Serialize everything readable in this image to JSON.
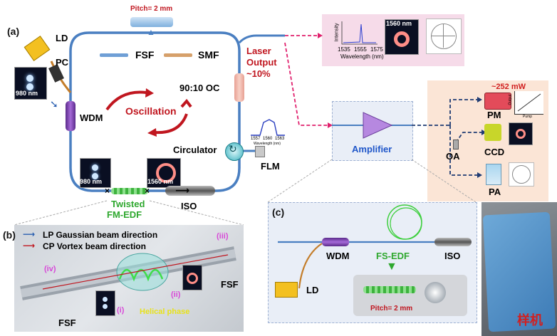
{
  "panel_a": {
    "letter": "(a)",
    "pitch_label": "Pitch= 2 mm",
    "ld": "LD",
    "pc": "PC",
    "fsf_legend": "FSF",
    "smf_legend": "SMF",
    "laser_output": [
      "Laser",
      "Output",
      "~10%"
    ],
    "oc": "90:10 OC",
    "wdm": "WDM",
    "oscillation": "Oscillation",
    "circulator": "Circulator",
    "flm": "FLM",
    "iso": "ISO",
    "twisted_edf": [
      "Twisted",
      "FM-EDF"
    ],
    "mode_980_left": "980 nm",
    "mode_980_bottom": "980 nm",
    "mode_1560_bottom": "1560 nm",
    "flm_spectrum_ticks": [
      "1557",
      "1560",
      "1563"
    ],
    "flm_spectrum_xlabel": "Wavelength (nm)"
  },
  "output_box": {
    "y_label": "Intensity",
    "x_ticks": [
      "1535",
      "1555",
      "1575"
    ],
    "x_label": "Wavelength (nm)",
    "mode_label": "1560 nm"
  },
  "amplifier_section": {
    "amplifier": "Amplifier",
    "pm": "PM",
    "power": "~252 mW",
    "oa": "OA",
    "ccd": "CCD",
    "pa": "PA",
    "pm_output_label": "Output",
    "pm_pump_label": "Pump"
  },
  "panel_b": {
    "letter": "(b)",
    "legend_lp": "LP Gaussian beam direction",
    "legend_cp": "CP Vortex beam direction",
    "fsf_left": "FSF",
    "fsf_right": "FSF",
    "helical_phase": "Helical phase",
    "markers": [
      "(i)",
      "(ii)",
      "(iii)",
      "(iv)"
    ]
  },
  "panel_c": {
    "letter": "(c)",
    "wdm": "WDM",
    "fs_edf": "FS-EDF",
    "iso": "ISO",
    "ld": "LD",
    "pitch": "Pitch= 2 mm",
    "prototype": "样机"
  },
  "colors": {
    "fiber_blue": "#4a7fc1",
    "red_label": "#c0161f",
    "green_label": "#2fa82f",
    "dash_pink": "#e0206d",
    "dash_navy": "#1f3b73"
  }
}
